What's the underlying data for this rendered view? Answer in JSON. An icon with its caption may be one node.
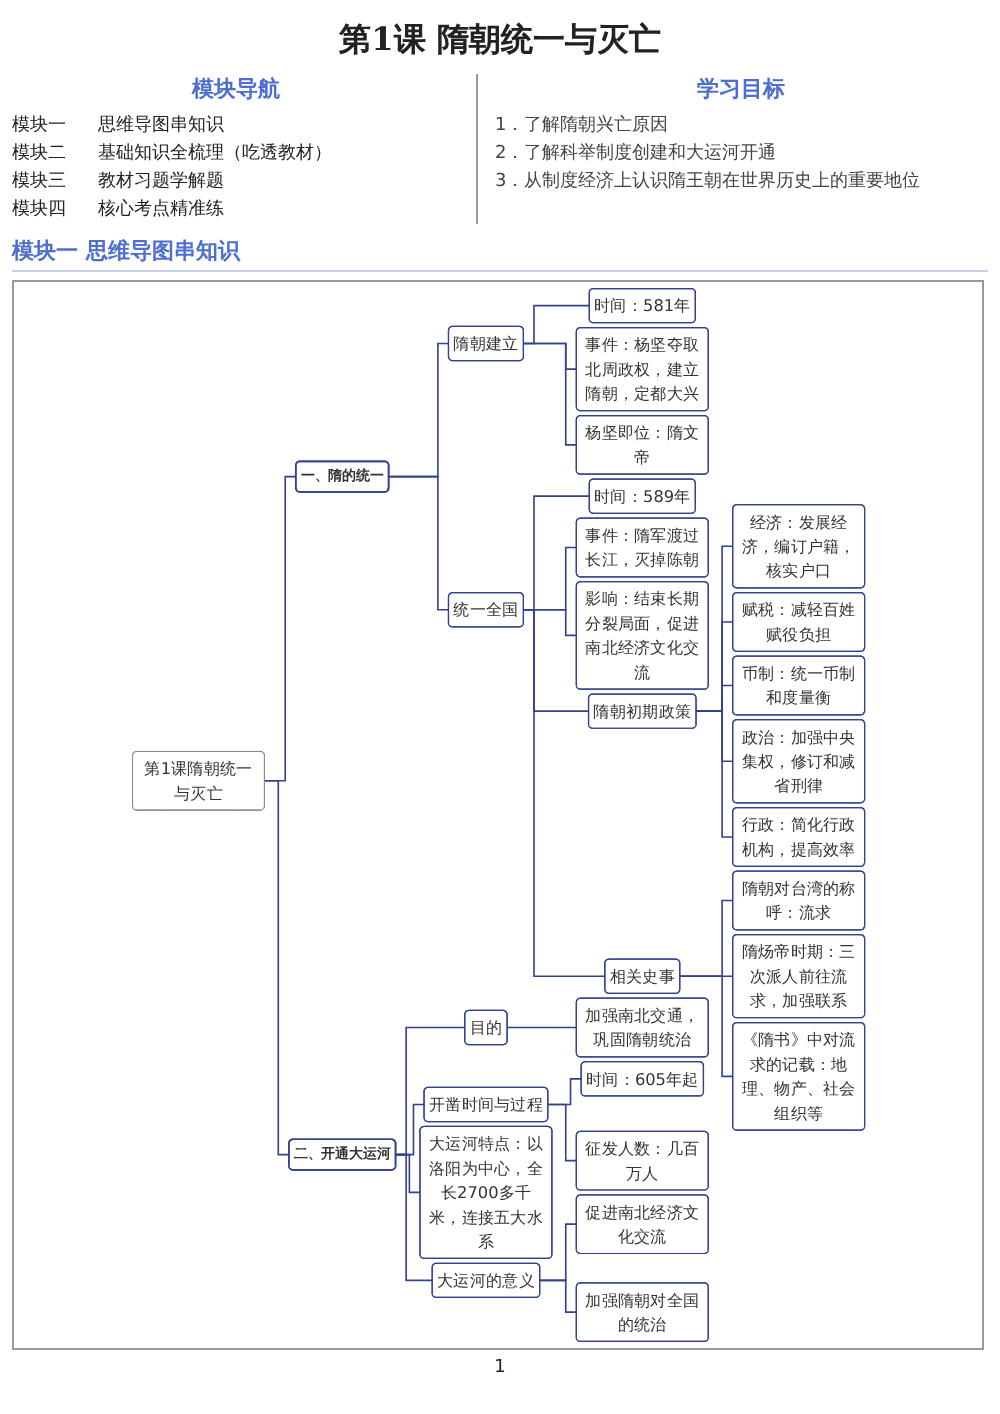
{
  "diagram": {
    "title": "第1课  隋朝统一与灭亡",
    "nodes": [
      {
        "text": [
          "第1课隋朝统一与灭亡"
        ]
      },
      {
        "text": [
          "一、隋的统一"
        ]
      },
      {
        "text": [
          "隋朝建立"
        ]
      },
      {
        "text": [
          "时间：581年"
        ]
      },
      {
        "text": [
          "事件：杨坚夺取北周政权，建立隋朝，定都大兴"
        ]
      },
      {
        "text": [
          "杨坚即位：隋文帝"
        ]
      },
      {
        "text": [
          "统一全国"
        ]
      },
      {
        "text": [
          "时间：589年"
        ]
      },
      {
        "text": [
          "事件：隋军渡过长江，灭掉陈朝"
        ]
      },
      {
        "text": [
          "影响：结束长期分裂局面，促进南北经济文化交流"
        ]
      },
      {
        "text": [
          "隋朝初期政策"
        ]
      },
      {
        "text": [
          "经济：发展经济，编订户籍，核实户口"
        ]
      },
      {
        "text": [
          "赋税：减轻百姓赋役负担"
        ]
      },
      {
        "text": [
          "币制：统一币制和度量衡"
        ]
      },
      {
        "text": [
          "政治：加强中央集权，修订和减省刑律"
        ]
      },
      {
        "text": [
          "行政：简化行政机构，提高效率"
        ]
      },
      {
        "text": [
          "相关史事"
        ]
      },
      {
        "text": [
          "隋朝对台湾的称呼：流求"
        ]
      },
      {
        "text": [
          "隋炀帝时期：三次派人前往流求，加强联系"
        ]
      },
      {
        "text": [
          "《隋书》中对流求的记载：地理、物产、社会组织等"
        ]
      },
      {
        "text": [
          "二、开通大运河"
        ]
      },
      {
        "text": [
          "目的"
        ]
      },
      {
        "text": [
          "加强南北交通，巩固隋朝统治"
        ]
      },
      {
        "text": [
          "开凿时间与过程"
        ]
      },
      {
        "text": [
          "时间：605年起"
        ]
      },
      {
        "text": [
          "征发人数：几百万人"
        ]
      },
      {
        "text": [
          "大运河特点：以洛阳为中心，全长2700多千米，连接五大水系"
        ]
      },
      {
        "text": [
          "大运河的意义"
        ]
      },
      {
        "text": [
          "促进南北经济文化交流"
        ]
      },
      {
        "text": [
          "加强隋朝对全国的统治"
        ]
      }
    ],
    "edges": [
      {
        "from": 0,
        "to": 1,
        "arrow": "none"
      },
      {
        "from": 1,
        "to": 2,
        "arrow": "none"
      },
      {
        "from": 2,
        "to": 3,
        "arrow": "none"
      },
      {
        "from": 2,
        "to": 4,
        "arrow": "none"
      },
      {
        "from": 2,
        "to": 5,
        "arrow": "none"
      },
      {
        "from": 1,
        "to": 6,
        "arrow": "none"
      },
      {
        "from": 6,
        "to": 7,
        "arrow": "none"
      },
      {
        "from": 6,
        "to": 8,
        "arrow": "none"
      },
      {
        "from": 6,
        "to": 9,
        "arrow": "none"
      },
      {
        "from": 6,
        "to": 10,
        "arrow": "none"
      },
      {
        "from": 10,
        "to": 11,
        "arrow": "none"
      },
      {
        "from": 10,
        "to": 12,
        "arrow": "none"
      },
      {
        "from": 10,
        "to": 13,
        "arrow": "none"
      },
      {
        "from": 10,
        "to": 14,
        "arrow": "none"
      },
      {
        "from": 10,
        "to": 15,
        "arrow": "none"
      },
      {
        "from": 6,
        "to": 16,
        "arrow": "none"
      },
      {
        "from": 16,
        "to": 17,
        "arrow": "none"
      },
      {
        "from": 16,
        "to": 18,
        "arrow": "none"
      },
      {
        "from": 16,
        "to": 19,
        "arrow": "none"
      },
      {
        "from": 0,
        "to": 20,
        "arrow": "none"
      },
      {
        "from": 20,
        "to": 21,
        "arrow": "none"
      },
      {
        "from": 21,
        "to": 22,
        "arrow": "none"
      },
      {
        "from": 20,
        "to": 23,
        "arrow": "none"
      },
      {
        "from": 23,
        "to": 24,
        "arrow": "none"
      },
      {
        "from": 23,
        "to": 25,
        "arrow": "none"
      },
      {
        "from": 20,
        "to": 26,
        "arrow": "none"
      },
      {
        "from": 20,
        "to": 27,
        "arrow": "none"
      },
      {
        "from": 27,
        "to": 28,
        "arrow": "none"
      },
      {
        "from": 27,
        "to": 29,
        "arrow": "none"
      }
    ],
    "labels": [
      "模块导航",
      "模块一",
      "思维导图串知识",
      "模块二",
      "基础知识全梳理（吃透教材）",
      "模块三",
      "教材习题学解题",
      "模块四",
      "核心考点精准练",
      "学习目标",
      "1．了解隋朝兴亡原因",
      "2．了解科举制度创建和大运河开通",
      "3．从制度经济上认识隋王朝在世界历史上的重要地位",
      "模块一 思维导图串知识",
      "1"
    ]
  }
}
